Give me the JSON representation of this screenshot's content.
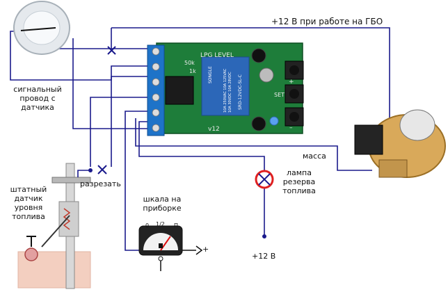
{
  "labels": {
    "gbo_power": "+12 В при работе на ГБО",
    "signal_wire": [
      "сигнальный",
      "провод с",
      "датчика"
    ],
    "ground": "масса",
    "cut": "разрезать",
    "fuel_sensor": [
      "штатный",
      "датчик",
      "уровня",
      "топлива"
    ],
    "gauge_label": [
      "шкала на",
      "приборке"
    ],
    "lamp_label": [
      "лампа",
      "резерва",
      "топлива"
    ],
    "plus12": "+12 В",
    "plus": "+"
  },
  "board": {
    "title": "LPG LEVEL",
    "version": "v12",
    "relay_brand": "SONGLE",
    "relay_model": "SRD-12VDC-SL-C",
    "relay_ratings": [
      "10A 250VAC 10A 125VAC",
      "10A 30VDC 10A 28VDC"
    ],
    "pot_labels": [
      "50k",
      "1k"
    ],
    "button_set": "SET",
    "plus_sign": "+",
    "minus_sign": "–"
  },
  "gauge": {
    "marks": [
      "0",
      "1/2",
      "П"
    ]
  },
  "colors": {
    "wire": "#1a1a8c",
    "pcb": "#1e7d3a",
    "terminal": "#1e73c8",
    "relay": "#2c67b8",
    "lamp": "#e02020",
    "tank": "#f3cfc0",
    "ground_marker": "#c0392b"
  }
}
